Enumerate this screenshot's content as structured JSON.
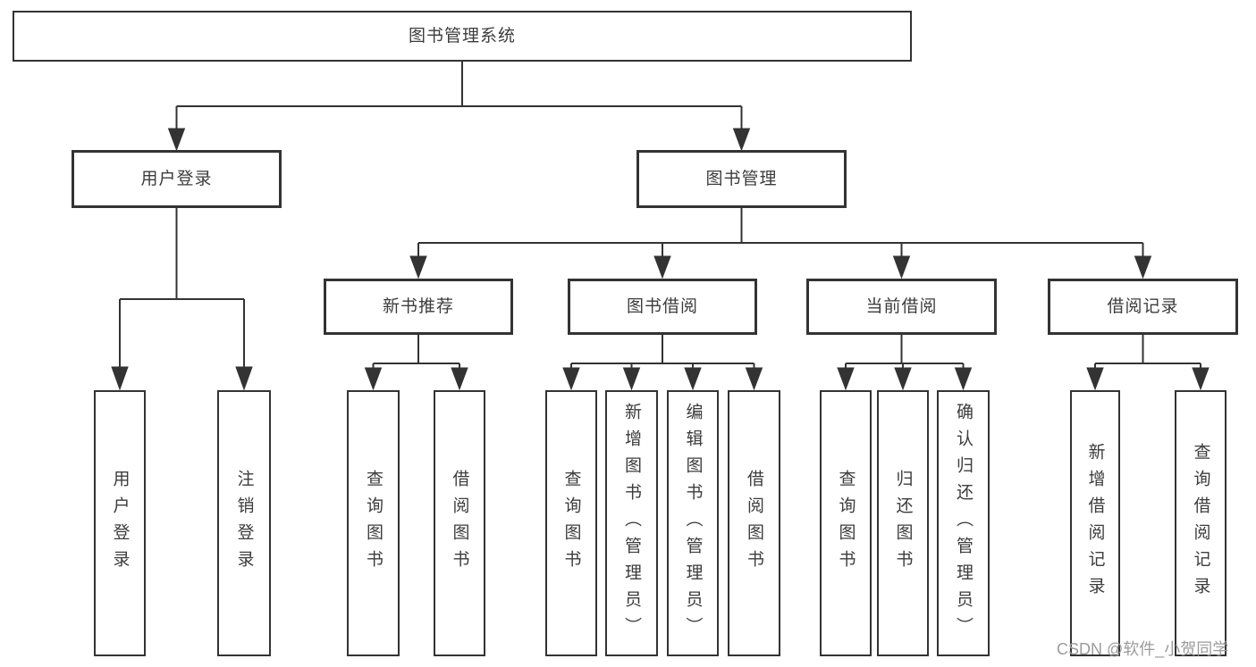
{
  "diagram": {
    "title": "图书管理系统",
    "root": {
      "label": "图书管理系统"
    },
    "level2": [
      {
        "label": "用户登录"
      },
      {
        "label": "图书管理"
      }
    ],
    "level3": [
      {
        "label": "新书推荐",
        "parent": "图书管理"
      },
      {
        "label": "图书借阅",
        "parent": "图书管理"
      },
      {
        "label": "当前借阅",
        "parent": "图书管理"
      },
      {
        "label": "借阅记录",
        "parent": "图书管理"
      }
    ],
    "leaves": [
      {
        "label": "用户登录",
        "parent": "用户登录"
      },
      {
        "label": "注销登录",
        "parent": "用户登录"
      },
      {
        "label": "查询图书",
        "parent": "新书推荐"
      },
      {
        "label": "借阅图书",
        "parent": "新书推荐"
      },
      {
        "label": "查询图书",
        "parent": "图书借阅"
      },
      {
        "label": "新增图书（管理员）",
        "parent": "图书借阅"
      },
      {
        "label": "编辑图书（管理员）",
        "parent": "图书借阅"
      },
      {
        "label": "借阅图书",
        "parent": "图书借阅"
      },
      {
        "label": "查询图书",
        "parent": "当前借阅"
      },
      {
        "label": "归还图书",
        "parent": "当前借阅"
      },
      {
        "label": "确认归还（管理员）",
        "parent": "当前借阅"
      },
      {
        "label": "新增借阅记录",
        "parent": "借阅记录"
      },
      {
        "label": "查询借阅记录",
        "parent": "借阅记录"
      }
    ],
    "watermark": "CSDN @软件_小贺同学",
    "colors": {
      "line": "#333333",
      "text": "#3c3c3c",
      "watermark": "#9b9b9b",
      "background": "#ffffff"
    }
  }
}
